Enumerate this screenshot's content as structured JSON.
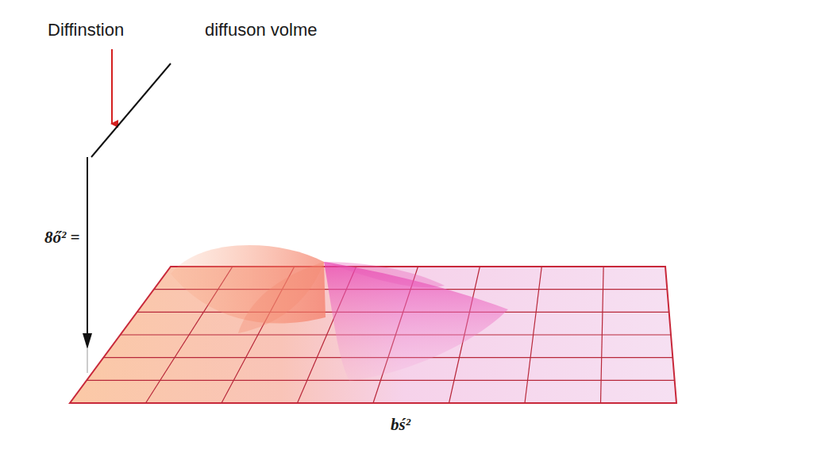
{
  "diagram": {
    "labels": [
      "Diffinstion",
      "diffuson volme",
      "8ő² =",
      "bś²"
    ]
  }
}
